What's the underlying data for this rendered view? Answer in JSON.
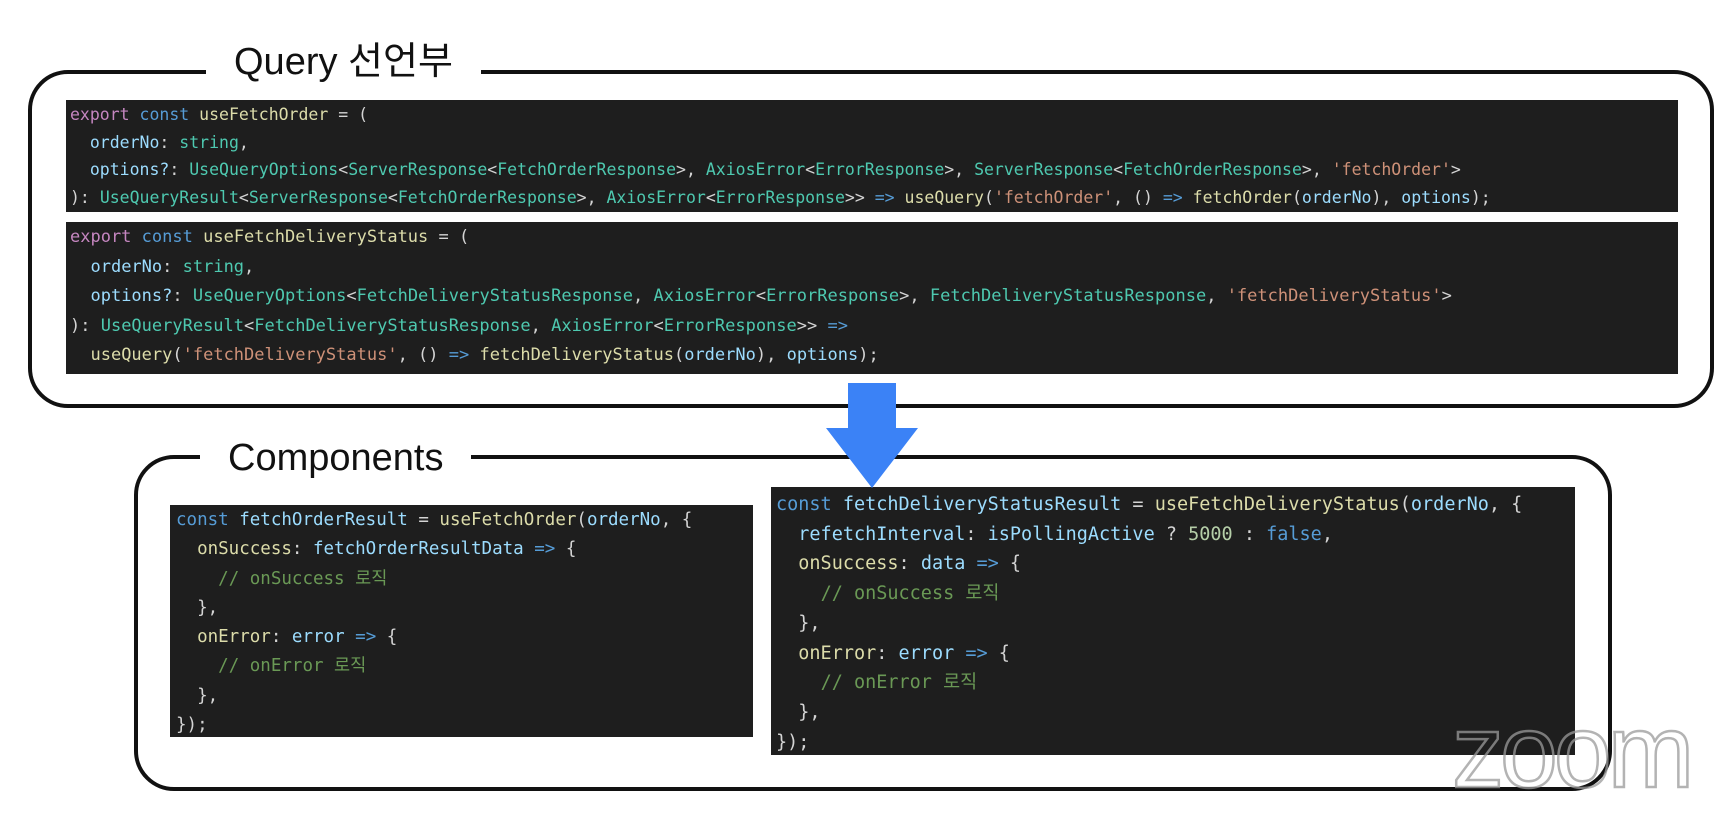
{
  "sections": {
    "query_title": "Query 선언부",
    "components_title": "Components"
  },
  "watermark": "zoom",
  "colors": {
    "background": "#ffffff",
    "frame": "#111111",
    "code_background": "#1e1e1e",
    "arrow": "#3b82f6",
    "keyword_export": "#c586c0",
    "keyword_const": "#569cd6",
    "function": "#dcdcaa",
    "variable": "#9cdcfe",
    "type": "#4ec9b0",
    "string": "#ce9178",
    "comment": "#6a9955"
  },
  "code_blocks": {
    "use_fetch_order": [
      [
        [
          "kw",
          "export"
        ],
        [
          "pn",
          " "
        ],
        [
          "st",
          "const"
        ],
        [
          "pn",
          " "
        ],
        [
          "fn",
          "useFetchOrder"
        ],
        [
          "pn",
          " = ("
        ]
      ],
      [
        [
          "pn",
          "  "
        ],
        [
          "va",
          "orderNo"
        ],
        [
          "pn",
          ": "
        ],
        [
          "ty",
          "string"
        ],
        [
          "pn",
          ","
        ]
      ],
      [
        [
          "pn",
          "  "
        ],
        [
          "va",
          "options?"
        ],
        [
          "pn",
          ": "
        ],
        [
          "ty",
          "UseQueryOptions"
        ],
        [
          "pn",
          "<"
        ],
        [
          "ty",
          "ServerResponse"
        ],
        [
          "pn",
          "<"
        ],
        [
          "ty",
          "FetchOrderResponse"
        ],
        [
          "pn",
          ">, "
        ],
        [
          "ty",
          "AxiosError"
        ],
        [
          "pn",
          "<"
        ],
        [
          "ty",
          "ErrorResponse"
        ],
        [
          "pn",
          ">, "
        ],
        [
          "ty",
          "ServerResponse"
        ],
        [
          "pn",
          "<"
        ],
        [
          "ty",
          "FetchOrderResponse"
        ],
        [
          "pn",
          ">, "
        ],
        [
          "str",
          "'fetchOrder'"
        ],
        [
          "pn",
          ">"
        ]
      ],
      [
        [
          "pn",
          "): "
        ],
        [
          "ty",
          "UseQueryResult"
        ],
        [
          "pn",
          "<"
        ],
        [
          "ty",
          "ServerResponse"
        ],
        [
          "pn",
          "<"
        ],
        [
          "ty",
          "FetchOrderResponse"
        ],
        [
          "pn",
          ">, "
        ],
        [
          "ty",
          "AxiosError"
        ],
        [
          "pn",
          "<"
        ],
        [
          "ty",
          "ErrorResponse"
        ],
        [
          "pn",
          ">> "
        ],
        [
          "ar",
          "=>"
        ],
        [
          "pn",
          " "
        ],
        [
          "fn",
          "useQuery"
        ],
        [
          "pn",
          "("
        ],
        [
          "str",
          "'fetchOrder'"
        ],
        [
          "pn",
          ", () "
        ],
        [
          "ar",
          "=>"
        ],
        [
          "pn",
          " "
        ],
        [
          "fn",
          "fetchOrder"
        ],
        [
          "pn",
          "("
        ],
        [
          "va",
          "orderNo"
        ],
        [
          "pn",
          "), "
        ],
        [
          "va",
          "options"
        ],
        [
          "pn",
          ");"
        ]
      ]
    ],
    "use_fetch_delivery_status": [
      [
        [
          "kw",
          "export"
        ],
        [
          "pn",
          " "
        ],
        [
          "st",
          "const"
        ],
        [
          "pn",
          " "
        ],
        [
          "fn",
          "useFetchDeliveryStatus"
        ],
        [
          "pn",
          " = ("
        ]
      ],
      [
        [
          "pn",
          "  "
        ],
        [
          "va",
          "orderNo"
        ],
        [
          "pn",
          ": "
        ],
        [
          "ty",
          "string"
        ],
        [
          "pn",
          ","
        ]
      ],
      [
        [
          "pn",
          "  "
        ],
        [
          "va",
          "options?"
        ],
        [
          "pn",
          ": "
        ],
        [
          "ty",
          "UseQueryOptions"
        ],
        [
          "pn",
          "<"
        ],
        [
          "ty",
          "FetchDeliveryStatusResponse"
        ],
        [
          "pn",
          ", "
        ],
        [
          "ty",
          "AxiosError"
        ],
        [
          "pn",
          "<"
        ],
        [
          "ty",
          "ErrorResponse"
        ],
        [
          "pn",
          ">, "
        ],
        [
          "ty",
          "FetchDeliveryStatusResponse"
        ],
        [
          "pn",
          ", "
        ],
        [
          "str",
          "'fetchDeliveryStatus'"
        ],
        [
          "pn",
          ">"
        ]
      ],
      [
        [
          "pn",
          "): "
        ],
        [
          "ty",
          "UseQueryResult"
        ],
        [
          "pn",
          "<"
        ],
        [
          "ty",
          "FetchDeliveryStatusResponse"
        ],
        [
          "pn",
          ", "
        ],
        [
          "ty",
          "AxiosError"
        ],
        [
          "pn",
          "<"
        ],
        [
          "ty",
          "ErrorResponse"
        ],
        [
          "pn",
          ">> "
        ],
        [
          "ar",
          "=>"
        ]
      ],
      [
        [
          "pn",
          "  "
        ],
        [
          "fn",
          "useQuery"
        ],
        [
          "pn",
          "("
        ],
        [
          "str",
          "'fetchDeliveryStatus'"
        ],
        [
          "pn",
          ", () "
        ],
        [
          "ar",
          "=>"
        ],
        [
          "pn",
          " "
        ],
        [
          "fn",
          "fetchDeliveryStatus"
        ],
        [
          "pn",
          "("
        ],
        [
          "va",
          "orderNo"
        ],
        [
          "pn",
          "), "
        ],
        [
          "va",
          "options"
        ],
        [
          "pn",
          ");"
        ]
      ]
    ],
    "fetch_order_result": [
      [
        [
          "st",
          "const"
        ],
        [
          "pn",
          " "
        ],
        [
          "va",
          "fetchOrderResult"
        ],
        [
          "pn",
          " = "
        ],
        [
          "fn",
          "useFetchOrder"
        ],
        [
          "pn",
          "("
        ],
        [
          "va",
          "orderNo"
        ],
        [
          "pn",
          ", {"
        ]
      ],
      [
        [
          "pn",
          "  "
        ],
        [
          "fn",
          "onSuccess"
        ],
        [
          "pn",
          ": "
        ],
        [
          "va",
          "fetchOrderResultData"
        ],
        [
          "pn",
          " "
        ],
        [
          "ar",
          "=>"
        ],
        [
          "pn",
          " {"
        ]
      ],
      [
        [
          "pn",
          "    "
        ],
        [
          "cm",
          "// onSuccess 로직"
        ]
      ],
      [
        [
          "pn",
          "  },"
        ]
      ],
      [
        [
          "pn",
          "  "
        ],
        [
          "fn",
          "onError"
        ],
        [
          "pn",
          ": "
        ],
        [
          "va",
          "error"
        ],
        [
          "pn",
          " "
        ],
        [
          "ar",
          "=>"
        ],
        [
          "pn",
          " {"
        ]
      ],
      [
        [
          "pn",
          "    "
        ],
        [
          "cm",
          "// onError 로직"
        ]
      ],
      [
        [
          "pn",
          "  },"
        ]
      ],
      [
        [
          "pn",
          "});"
        ]
      ]
    ],
    "fetch_delivery_status_result": [
      [
        [
          "st",
          "const"
        ],
        [
          "pn",
          " "
        ],
        [
          "va",
          "fetchDeliveryStatusResult"
        ],
        [
          "pn",
          " = "
        ],
        [
          "fn",
          "useFetchDeliveryStatus"
        ],
        [
          "pn",
          "("
        ],
        [
          "va",
          "orderNo"
        ],
        [
          "pn",
          ", {"
        ]
      ],
      [
        [
          "pn",
          "  "
        ],
        [
          "va",
          "refetchInterval"
        ],
        [
          "pn",
          ": "
        ],
        [
          "va",
          "isPollingActive"
        ],
        [
          "pn",
          " ? "
        ],
        [
          "num",
          "5000"
        ],
        [
          "pn",
          " : "
        ],
        [
          "st",
          "false"
        ],
        [
          "pn",
          ","
        ]
      ],
      [
        [
          "pn",
          "  "
        ],
        [
          "fn",
          "onSuccess"
        ],
        [
          "pn",
          ": "
        ],
        [
          "va",
          "data"
        ],
        [
          "pn",
          " "
        ],
        [
          "ar",
          "=>"
        ],
        [
          "pn",
          " {"
        ]
      ],
      [
        [
          "pn",
          "    "
        ],
        [
          "cm",
          "// onSuccess 로직"
        ]
      ],
      [
        [
          "pn",
          "  },"
        ]
      ],
      [
        [
          "pn",
          "  "
        ],
        [
          "fn",
          "onError"
        ],
        [
          "pn",
          ": "
        ],
        [
          "va",
          "error"
        ],
        [
          "pn",
          " "
        ],
        [
          "ar",
          "=>"
        ],
        [
          "pn",
          " {"
        ]
      ],
      [
        [
          "pn",
          "    "
        ],
        [
          "cm",
          "// onError 로직"
        ]
      ],
      [
        [
          "pn",
          "  },"
        ]
      ],
      [
        [
          "pn",
          "});"
        ]
      ]
    ]
  }
}
